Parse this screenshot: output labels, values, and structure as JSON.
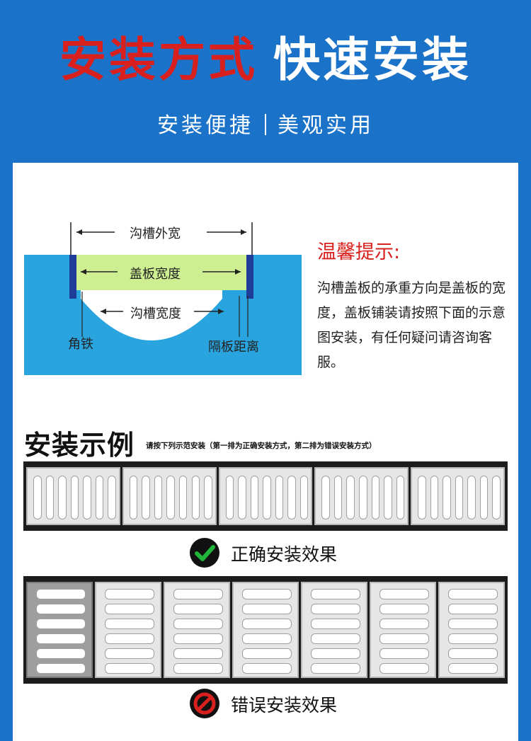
{
  "header": {
    "title_red": "安装方式",
    "title_white": "快速安装",
    "subtitle_left": "安装便捷",
    "subtitle_right": "美观实用"
  },
  "diagram": {
    "label_outer_width": "沟槽外宽",
    "label_cover_width": "盖板宽度",
    "label_trench_width": "沟槽宽度",
    "label_angle_iron": "角铁",
    "label_spacer_distance": "隔板距离",
    "colors": {
      "ground": "#2aa4df",
      "cover": "#cdef92",
      "angle_iron": "#1f3c9a"
    }
  },
  "tip": {
    "title": "温馨提示:",
    "body": "沟槽盖板的承重方向是盖板的宽度，盖板铺装请按照下面的示意图安装，有任何疑问请咨询客服。"
  },
  "examples": {
    "title": "安装示例",
    "note": "请按下列示范安装（第一排为正确安装方式，第二排为错误安装方式）",
    "correct_label": "正确安装效果",
    "wrong_label": "错误安装效果",
    "correct_icon": "check-icon",
    "wrong_icon": "prohibited-icon",
    "colors": {
      "check": "#1fb43a",
      "prohibited": "#d8201e"
    }
  }
}
